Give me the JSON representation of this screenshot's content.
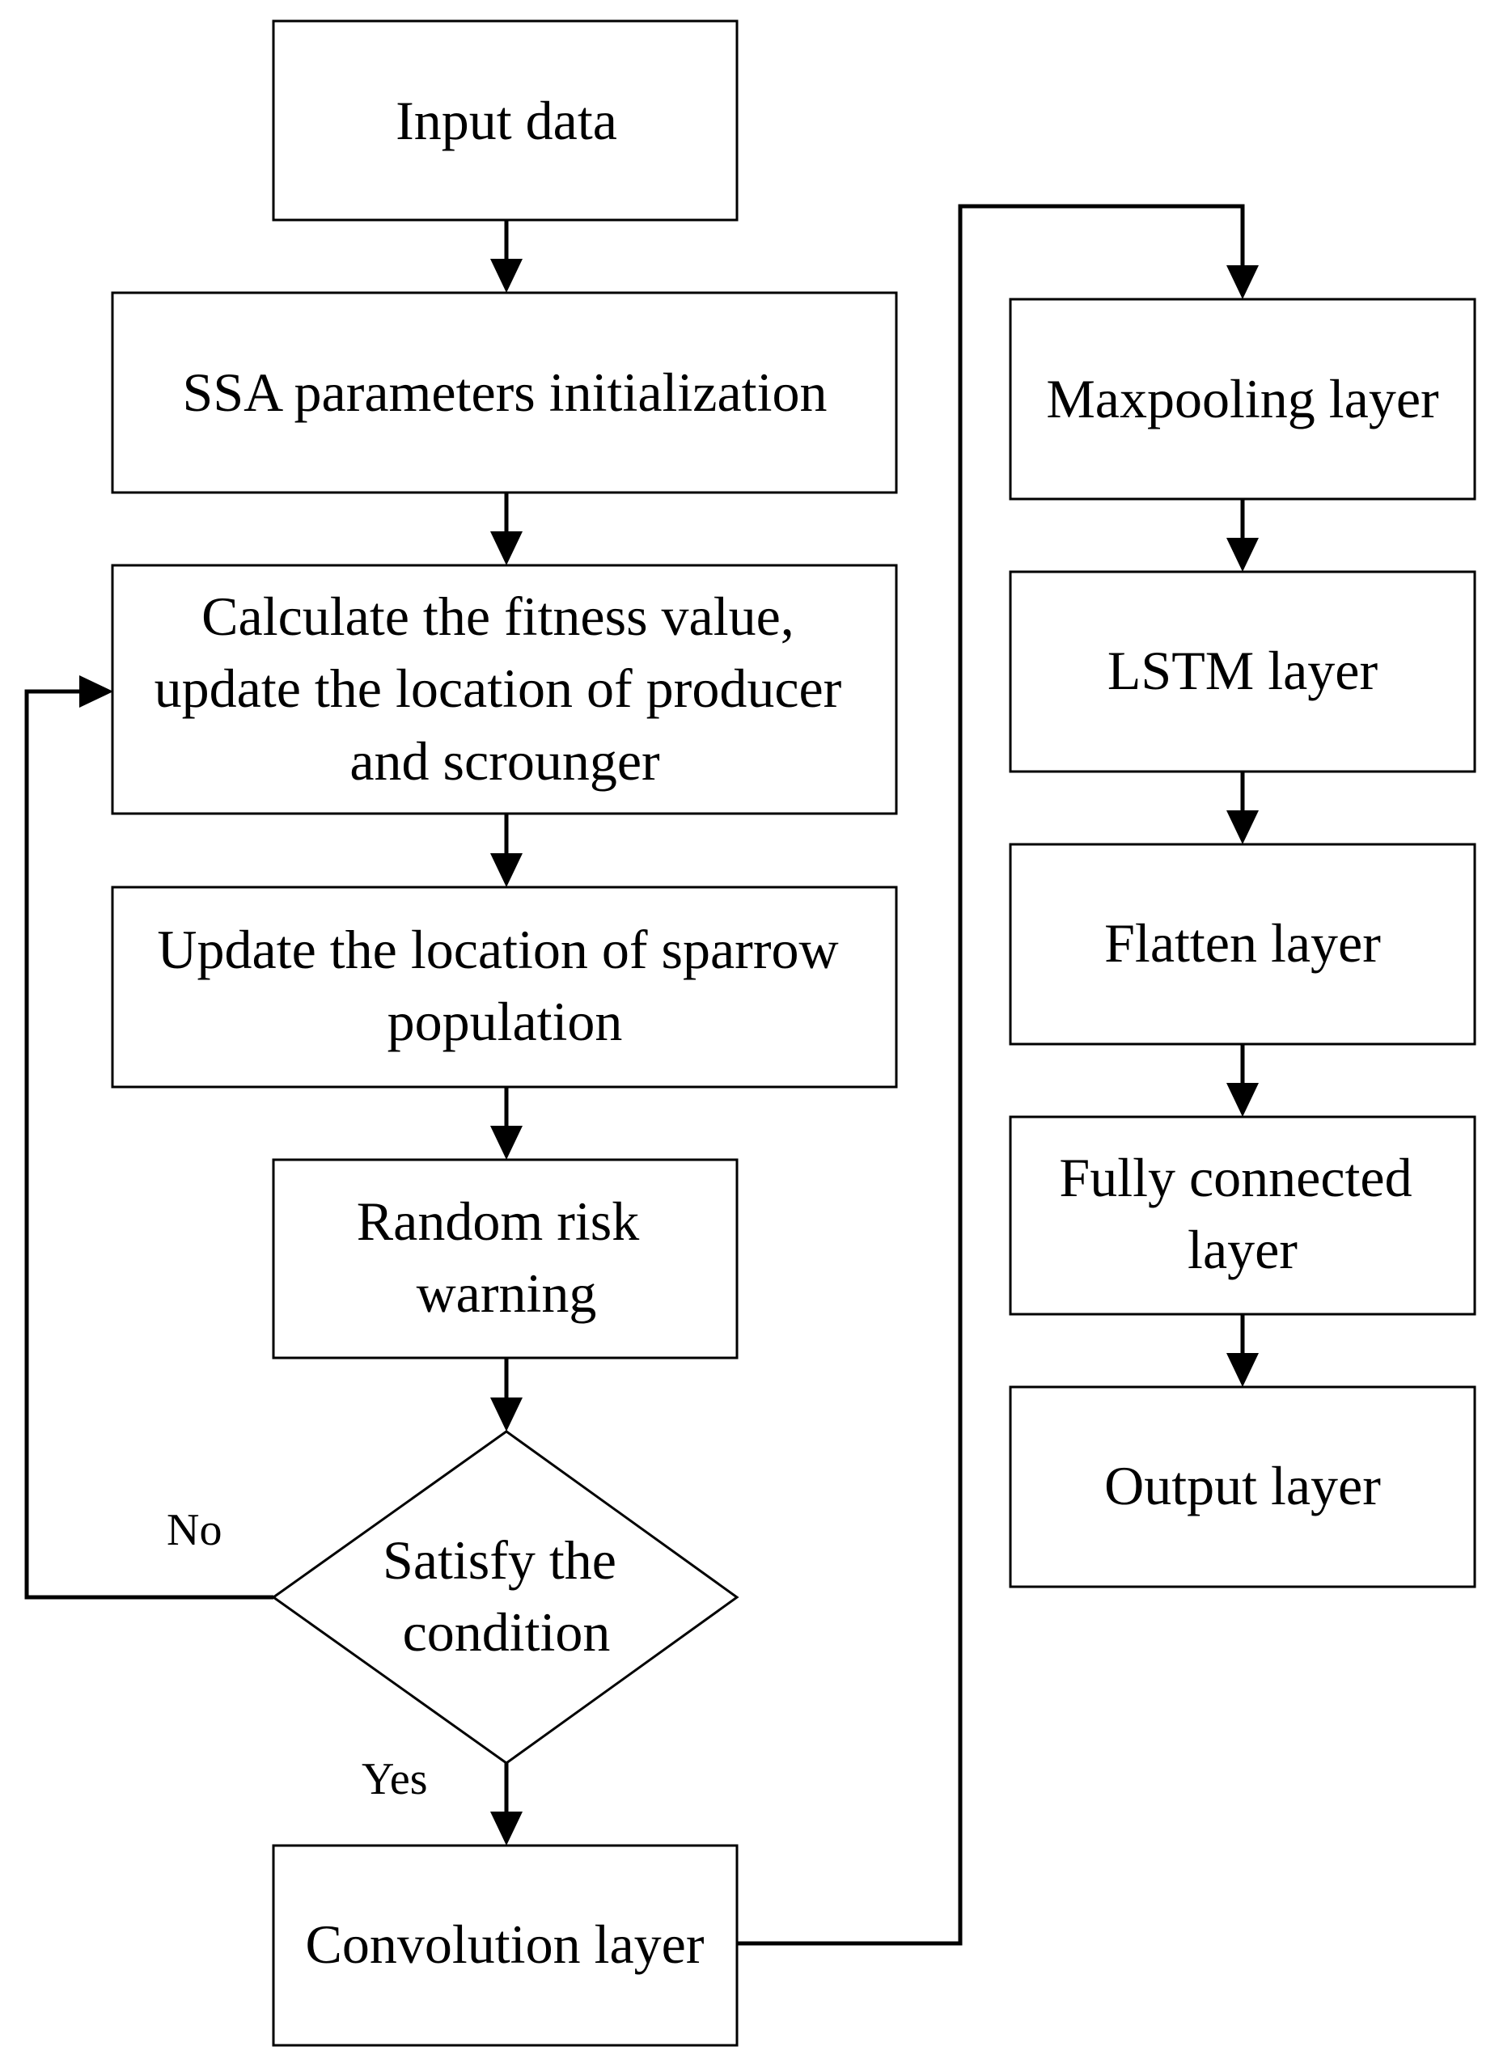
{
  "diagram": {
    "nodes": {
      "input_data": [
        "Input data"
      ],
      "ssa_init": [
        "SSA parameters initialization"
      ],
      "fitness": [
        "Calculate the fitness value,",
        "update the location of producer",
        "and scrounger"
      ],
      "update_sparrow": [
        "Update the location of sparrow",
        "population"
      ],
      "risk_warning": [
        "Random risk",
        "warning"
      ],
      "condition": [
        "Satisfy the",
        "condition"
      ],
      "convolution": [
        "Convolution layer"
      ],
      "maxpooling": [
        "Maxpooling layer"
      ],
      "lstm": [
        "LSTM layer"
      ],
      "flatten": [
        "Flatten layer"
      ],
      "fully_connected": [
        "Fully connected",
        "layer"
      ],
      "output": [
        "Output layer"
      ]
    },
    "edge_labels": {
      "no": "No",
      "yes": "Yes"
    },
    "colors": {
      "stroke": "#000000",
      "fill": "#ffffff",
      "text": "#000000"
    }
  }
}
